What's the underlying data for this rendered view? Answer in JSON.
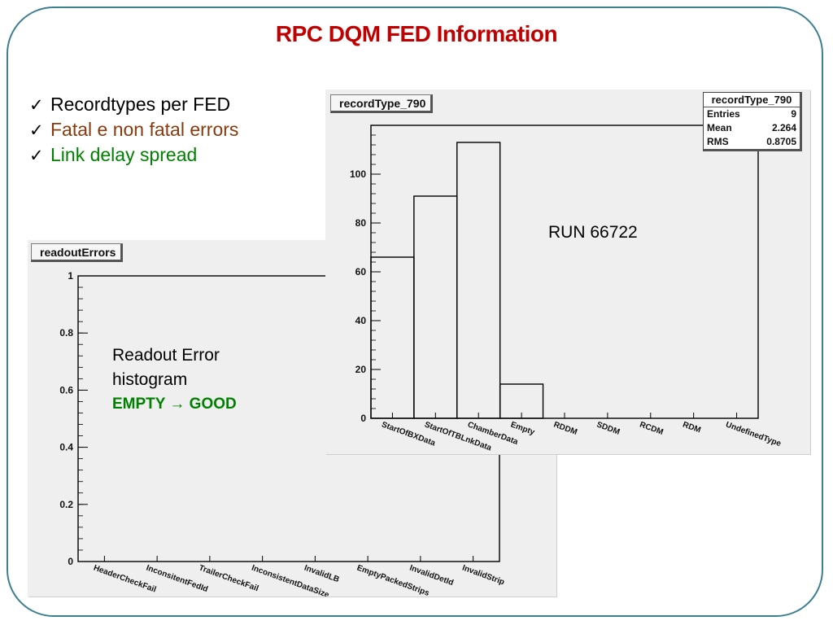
{
  "slide": {
    "title": "RPC DQM FED Information",
    "bullets": [
      {
        "text": "Recordtypes per  FED",
        "color": "#000000"
      },
      {
        "text": "Fatal e non fatal errors",
        "color": "#8b3a0e"
      },
      {
        "text": "Link delay spread",
        "color": "#008000"
      }
    ],
    "readout_note": {
      "line1": "Readout Error",
      "line2": "histogram",
      "status": "EMPTY",
      "arrow": "→",
      "result": "GOOD",
      "status_color": "#008000"
    },
    "run_label": "RUN 66722",
    "frame_color": "#3b7f91",
    "title_color": "#c00000"
  },
  "chart_data": [
    {
      "type": "bar",
      "title": "readoutErrors",
      "categories": [
        "HeaderCheckFail",
        "InconsitentFedId",
        "TrailerCheckFail",
        "InconsistentDataSize",
        "InvalidLB",
        "EmptyPackedStrips",
        "InvalidDetId",
        "InvalidStrip"
      ],
      "values": [
        0,
        0,
        0,
        0,
        0,
        0,
        0,
        0
      ],
      "ylim": [
        0,
        1
      ],
      "y_ticks": [
        "0",
        "0.2",
        "0.4",
        "0.6",
        "0.8",
        "1"
      ],
      "xlabel": "",
      "ylabel": "",
      "grid": false
    },
    {
      "type": "bar",
      "title": "recordType_790",
      "categories": [
        "StartOfBXData",
        "StartOfTBLnkData",
        "ChamberData",
        "Empty",
        "RDDM",
        "SDDM",
        "RCDM",
        "RDM",
        "UndefinedType"
      ],
      "values": [
        66,
        91,
        113,
        14,
        0,
        0,
        0,
        0,
        0
      ],
      "ylim": [
        0,
        120
      ],
      "y_ticks": [
        "0",
        "20",
        "40",
        "60",
        "80",
        "100"
      ],
      "xlabel": "",
      "ylabel": "",
      "grid": false,
      "stats": {
        "title": "recordType_790",
        "entries_label": "Entries",
        "entries": "9",
        "mean_label": "Mean",
        "mean": "2.264",
        "rms_label": "RMS",
        "rms": "0.8705"
      }
    }
  ]
}
